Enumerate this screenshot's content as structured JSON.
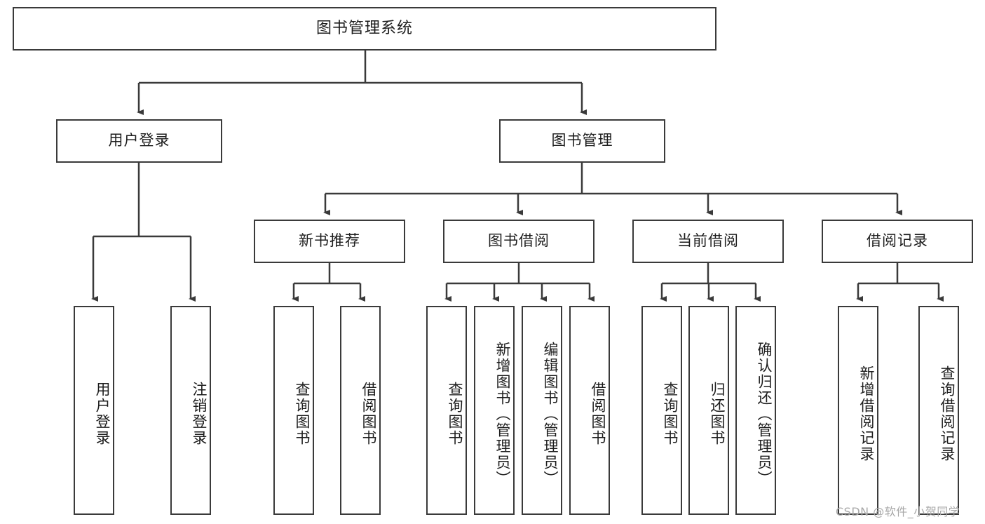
{
  "diagram": {
    "title": "图书管理系统",
    "type": "tree-hierarchy",
    "watermark": "CSDN @软件_小贺同学",
    "colors": {
      "stroke": "#3a3a3a",
      "fill": "#ffffff",
      "text": "#1d1d1d",
      "watermark": "#a8a8a8"
    }
  },
  "nodes": {
    "root": {
      "label": "图书管理系统"
    },
    "level2": [
      {
        "label": "用户登录"
      },
      {
        "label": "图书管理"
      }
    ],
    "level3": [
      {
        "label": "新书推荐"
      },
      {
        "label": "图书借阅"
      },
      {
        "label": "当前借阅"
      },
      {
        "label": "借阅记录"
      }
    ],
    "leaves_user_login": [
      {
        "label": "用户登录"
      },
      {
        "label": "注销登录"
      }
    ],
    "leaves_new_books": [
      {
        "label": "查询图书"
      },
      {
        "label": "借阅图书"
      }
    ],
    "leaves_book_borrow": [
      {
        "label": "查询图书"
      },
      {
        "label": "新增图书（管理员）"
      },
      {
        "label": "编辑图书（管理员）"
      },
      {
        "label": "借阅图书"
      }
    ],
    "leaves_current_borrow": [
      {
        "label": "查询图书"
      },
      {
        "label": "归还图书"
      },
      {
        "label": "确认归还（管理员）"
      }
    ],
    "leaves_borrow_record": [
      {
        "label": "新增借阅记录"
      },
      {
        "label": "查询借阅记录"
      }
    ]
  }
}
